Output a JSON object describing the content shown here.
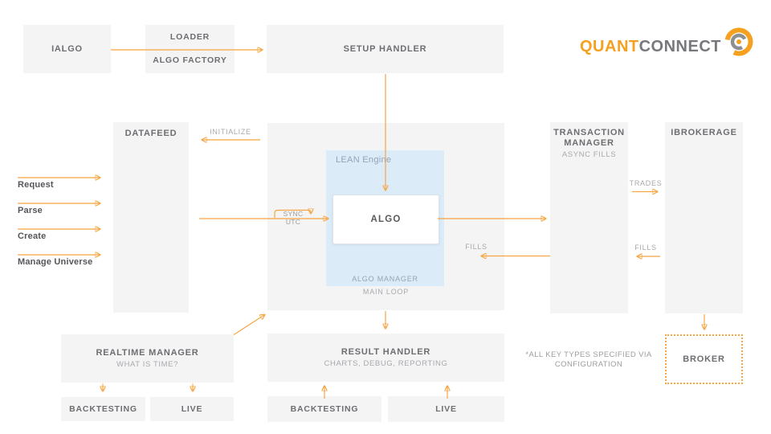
{
  "logo": {
    "brand_orange": "QUANT",
    "brand_gray": "CONNECT"
  },
  "top": {
    "ialgo": "IALGO",
    "loader_title": "LOADER",
    "loader_subtitle": "ALGO FACTORY",
    "setup_handler": "SETUP HANDLER"
  },
  "left_flow": {
    "request": "Request",
    "parse": "Parse",
    "create": "Create",
    "manage_universe": "Manage Universe"
  },
  "mid": {
    "datafeed": "DATAFEED",
    "initialize": "INITIALIZE",
    "sync_utc": "SYNC UTC",
    "lean_engine": "LEAN Engine",
    "algo": "ALGO",
    "algo_manager": "ALGO MANAGER",
    "main_loop": "MAIN LOOP",
    "fills_from_tm": "FILLS"
  },
  "right": {
    "transaction_manager_title": "TRANSACTION MANAGER",
    "transaction_manager_subtitle": "ASYNC FILLS",
    "ibrokerage": "IBROKERAGE",
    "trades": "TRADES",
    "fills": "FILLS",
    "broker": "BROKER"
  },
  "bottom": {
    "realtime_manager_title": "REALTIME MANAGER",
    "realtime_manager_subtitle": "WHAT IS TIME?",
    "result_handler_title": "RESULT HANDLER",
    "result_handler_subtitle": "CHARTS, DEBUG, REPORTING",
    "backtesting_left": "BACKTESTING",
    "live_left": "LIVE",
    "backtesting_mid": "BACKTESTING",
    "live_mid": "LIVE",
    "footnote": "*ALL KEY TYPES SPECIFIED VIA CONFIGURATION"
  },
  "colors": {
    "accent_orange": "#F6A542",
    "logo_orange": "#F5A01F",
    "logo_gray": "#77787B",
    "box_gray": "#F4F4F5",
    "lean_blue": "#DCEBF8",
    "title_gray": "#6D6E71",
    "subtitle_gray": "#A7A9AC"
  }
}
